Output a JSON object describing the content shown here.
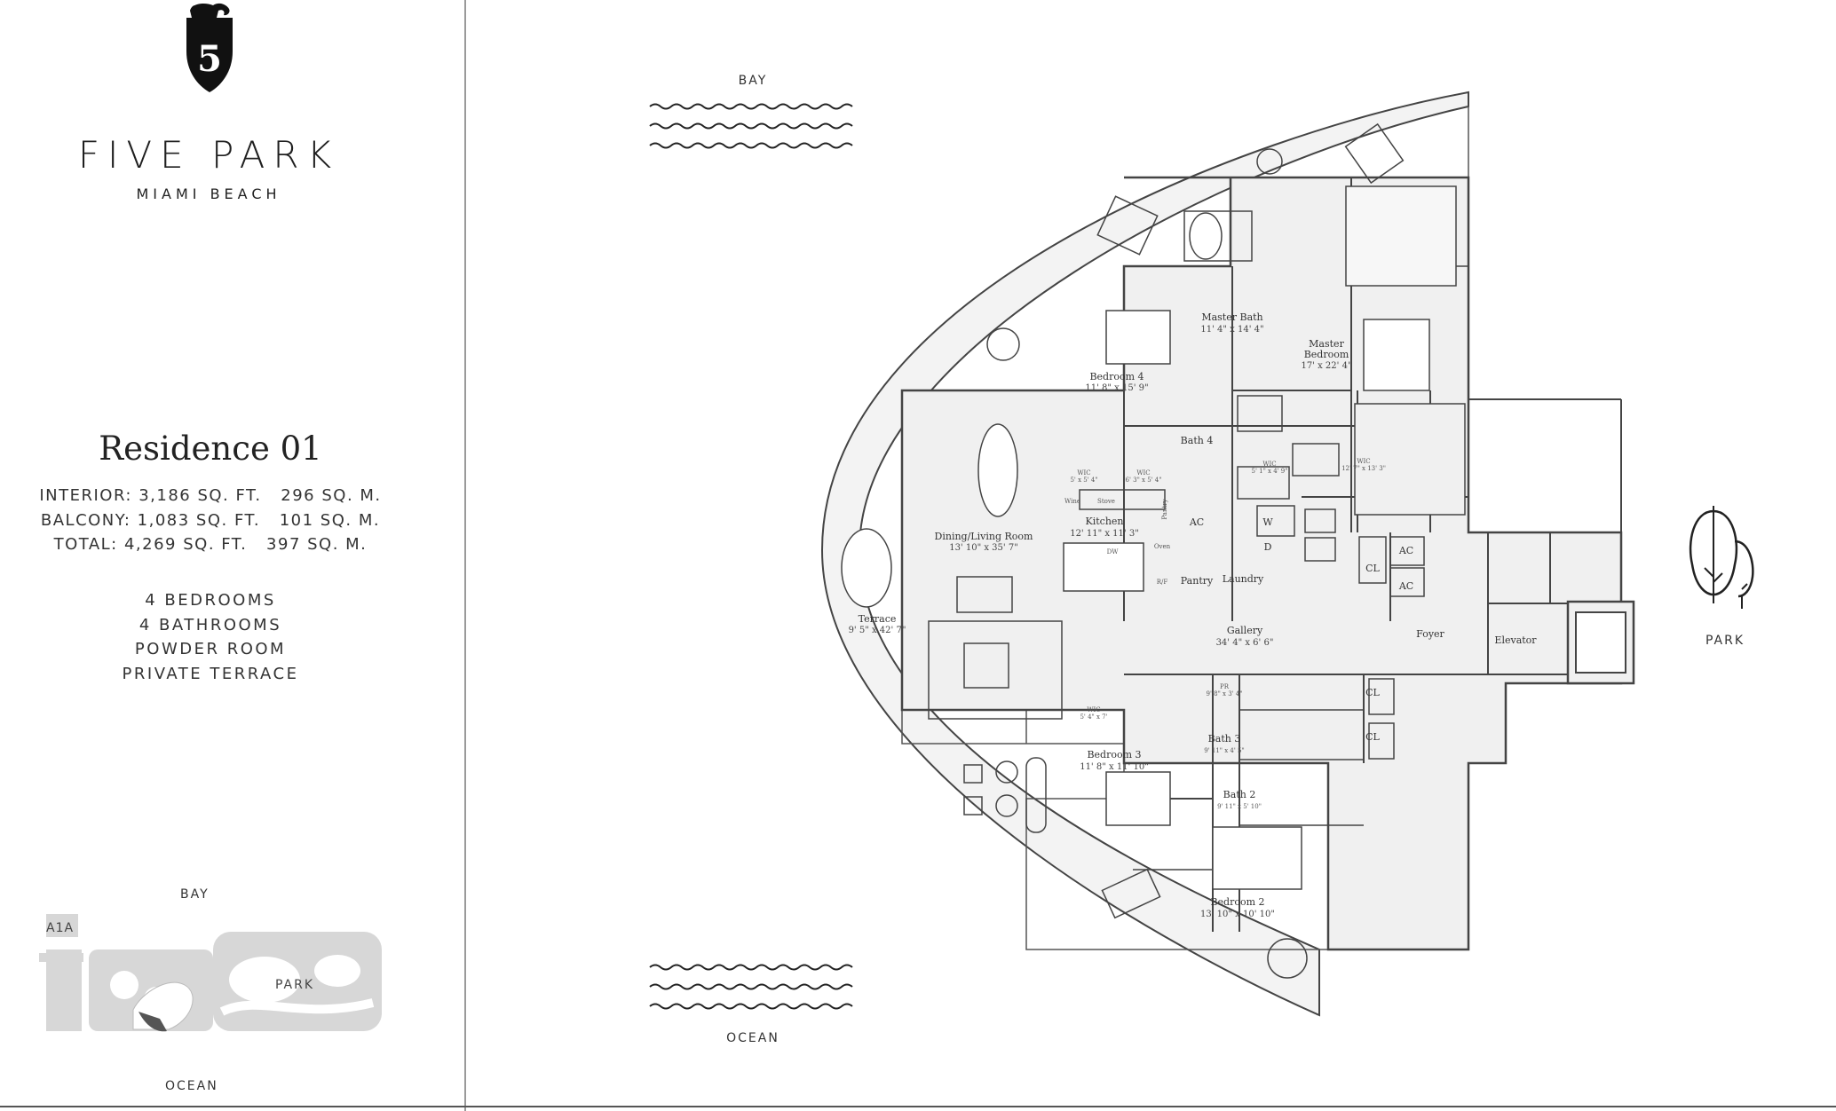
{
  "brand": {
    "name": "FIVE PARK",
    "location": "MIAMI BEACH",
    "logo_letter": "5",
    "logo_icon": "elephant-shield-icon"
  },
  "residence": {
    "title": "Residence 01",
    "areas": [
      "INTERIOR: 3,186 SQ. FT.   296 SQ. M.",
      "BALCONY: 1,083 SQ. FT.   101 SQ. M.",
      "TOTAL: 4,269 SQ. FT.   397 SQ. M."
    ],
    "features": [
      "4 BEDROOMS",
      "4 BATHROOMS",
      "POWDER ROOM",
      "PRIVATE TERRACE"
    ]
  },
  "key_map": {
    "bay": "BAY",
    "road": "A1A",
    "park": "PARK",
    "ocean": "OCEAN"
  },
  "orientation": {
    "bay": "BAY",
    "ocean": "OCEAN",
    "park": "PARK"
  },
  "rooms": {
    "master_bath": {
      "name": "Master Bath",
      "dims": "11' 4\" x 14' 4\""
    },
    "master_bedroom": {
      "name": "Master Bedroom",
      "name_1": "Master",
      "name_2": "Bedroom",
      "dims": "17' x 22' 4\""
    },
    "bedroom4": {
      "name": "Bedroom 4",
      "dims": "11' 8\" x 15' 9\""
    },
    "bath4": {
      "name": "Bath 4"
    },
    "wic_a": {
      "name": "WIC",
      "dims": "5' x 5' 4\""
    },
    "wic_b": {
      "name": "WIC",
      "dims": "6' 3\" x 5' 4\""
    },
    "wic_c": {
      "name": "WIC",
      "dims": "5' 1\" x 4' 9\""
    },
    "wic_master": {
      "name": "WIC",
      "dims": "12' 7\" x 13' 3\""
    },
    "wine": "Wine",
    "stove": "Stove",
    "pantry_small": "Pantry",
    "oven": "Oven",
    "ref": "R/F",
    "dw": "DW",
    "kitchen": {
      "name": "Kitchen",
      "dims": "12' 11\" x 11' 3\""
    },
    "dining": {
      "name": "Dining/Living Room",
      "dims": "13' 10\" x 35' 7\""
    },
    "terrace": {
      "name": "Terrace",
      "dims": "9' 5\" x 42' 7\""
    },
    "ac": "AC",
    "w": "W",
    "d": "D",
    "pantry": "Pantry",
    "laundry": "Laundry",
    "cl": "CL",
    "gallery": {
      "name": "Gallery",
      "dims": "34' 4\" x 6' 6\""
    },
    "foyer": "Foyer",
    "elevator": "Elevator",
    "pr": {
      "name": "PR",
      "dims": "9' 8\" x 3' 4\""
    },
    "bath3": {
      "name": "Bath 3",
      "dims": "9' 11\" x 4' 5\""
    },
    "bath2": {
      "name": "Bath 2",
      "dims": "9' 11\" x 5' 10\""
    },
    "wic_b3": {
      "name": "WIC",
      "dims": "5' 4\" x 7'"
    },
    "bedroom3": {
      "name": "Bedroom 3",
      "dims": "11' 8\" x 11' 10\""
    },
    "bedroom2": {
      "name": "Bedroom 2",
      "dims": "13' 10\" x 10' 10\""
    }
  },
  "icons": {
    "tree": "tree-icon",
    "waves": "waves-icon"
  }
}
